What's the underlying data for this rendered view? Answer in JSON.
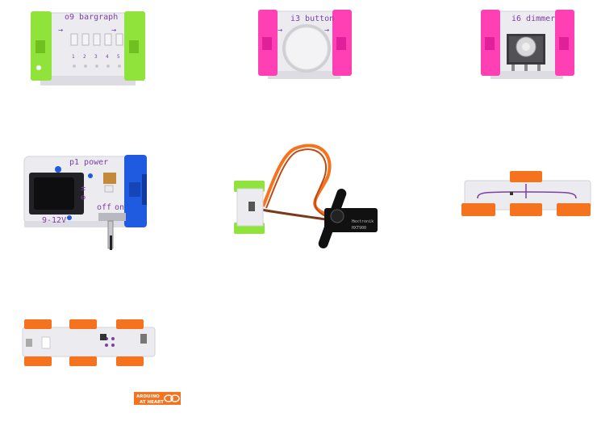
{
  "modules": {
    "bargraph": {
      "label": "o9 bargraph",
      "leds": [
        "1",
        "2",
        "3",
        "4",
        "5"
      ]
    },
    "button": {
      "label": "i3 button"
    },
    "dimmer": {
      "label": "i6 dimmer"
    },
    "power": {
      "label": "p1 power",
      "voltage": "9-12V",
      "switch_off": "off",
      "switch_on": "on"
    },
    "servo": {
      "brand": "Hextronik",
      "model": "HXT900"
    }
  },
  "badge": {
    "line1": "ARDUINO",
    "line2": "AT HEART"
  },
  "colors": {
    "input_pink": "#ff3fb4",
    "output_green": "#8fe33a",
    "power_blue": "#1f5be0",
    "wire_orange": "#f5731f",
    "board_white": "#ececf0",
    "trace_purple": "#7b3fa0"
  }
}
